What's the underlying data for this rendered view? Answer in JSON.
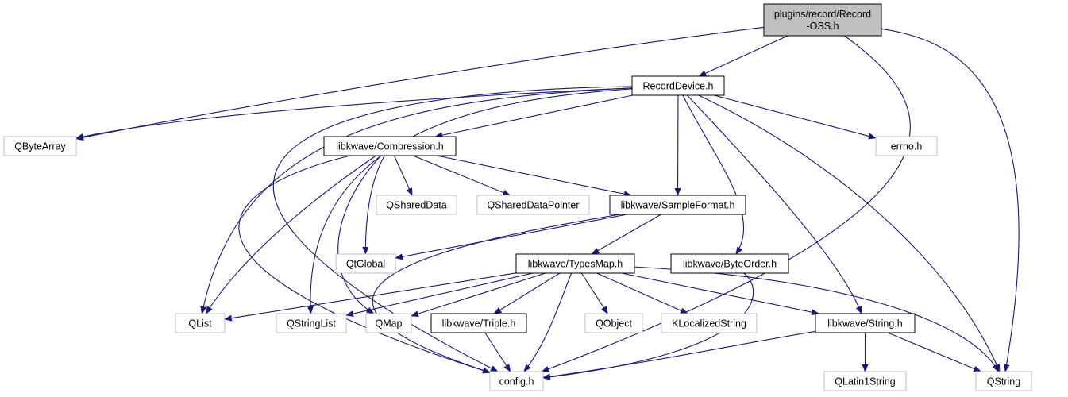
{
  "colors": {
    "edge": "#191970",
    "node_border": "#000000",
    "node_border_external": "#bfbfbf",
    "root_fill": "#bfbfbf",
    "node_fill": "#ffffff",
    "text": "#000000"
  },
  "nodes": [
    {
      "id": "root",
      "lines": [
        "plugins/record/Record",
        "-OSS.h"
      ],
      "kind": "root"
    },
    {
      "id": "recorddevice",
      "lines": [
        "RecordDevice.h"
      ],
      "kind": "doc"
    },
    {
      "id": "qbytearray",
      "lines": [
        "QByteArray"
      ],
      "kind": "external"
    },
    {
      "id": "compression",
      "lines": [
        "libkwave/Compression.h"
      ],
      "kind": "doc"
    },
    {
      "id": "errno",
      "lines": [
        "errno.h"
      ],
      "kind": "external"
    },
    {
      "id": "qshareddata",
      "lines": [
        "QSharedData"
      ],
      "kind": "external"
    },
    {
      "id": "qshareddatapointer",
      "lines": [
        "QSharedDataPointer"
      ],
      "kind": "external"
    },
    {
      "id": "sampleformat",
      "lines": [
        "libkwave/SampleFormat.h"
      ],
      "kind": "doc"
    },
    {
      "id": "qtglobal",
      "lines": [
        "QtGlobal"
      ],
      "kind": "external"
    },
    {
      "id": "typesmap",
      "lines": [
        "libkwave/TypesMap.h"
      ],
      "kind": "doc"
    },
    {
      "id": "byteorder",
      "lines": [
        "libkwave/ByteOrder.h"
      ],
      "kind": "doc"
    },
    {
      "id": "qlist",
      "lines": [
        "QList"
      ],
      "kind": "external"
    },
    {
      "id": "qstringlist",
      "lines": [
        "QStringList"
      ],
      "kind": "external"
    },
    {
      "id": "qmap",
      "lines": [
        "QMap"
      ],
      "kind": "external"
    },
    {
      "id": "triple",
      "lines": [
        "libkwave/Triple.h"
      ],
      "kind": "doc"
    },
    {
      "id": "qobject",
      "lines": [
        "QObject"
      ],
      "kind": "external"
    },
    {
      "id": "klocalizedstring",
      "lines": [
        "KLocalizedString"
      ],
      "kind": "external"
    },
    {
      "id": "string",
      "lines": [
        "libkwave/String.h"
      ],
      "kind": "doc"
    },
    {
      "id": "config",
      "lines": [
        "config.h"
      ],
      "kind": "external"
    },
    {
      "id": "qlatin1string",
      "lines": [
        "QLatin1String"
      ],
      "kind": "external"
    },
    {
      "id": "qstring",
      "lines": [
        "QString"
      ],
      "kind": "external"
    }
  ],
  "edges": [
    [
      "root",
      "recorddevice"
    ],
    [
      "root",
      "qbytearray"
    ],
    [
      "root",
      "config"
    ],
    [
      "root",
      "qstring"
    ],
    [
      "recorddevice",
      "qbytearray"
    ],
    [
      "recorddevice",
      "compression"
    ],
    [
      "recorddevice",
      "errno"
    ],
    [
      "recorddevice",
      "sampleformat"
    ],
    [
      "recorddevice",
      "byteorder"
    ],
    [
      "recorddevice",
      "qlist"
    ],
    [
      "recorddevice",
      "qstringlist"
    ],
    [
      "recorddevice",
      "string"
    ],
    [
      "recorddevice",
      "config"
    ],
    [
      "recorddevice",
      "qstring"
    ],
    [
      "compression",
      "qshareddata"
    ],
    [
      "compression",
      "qshareddatapointer"
    ],
    [
      "compression",
      "sampleformat"
    ],
    [
      "compression",
      "qtglobal"
    ],
    [
      "compression",
      "qlist"
    ],
    [
      "compression",
      "qmap"
    ],
    [
      "compression",
      "config"
    ],
    [
      "sampleformat",
      "qtglobal"
    ],
    [
      "sampleformat",
      "typesmap"
    ],
    [
      "sampleformat",
      "config"
    ],
    [
      "typesmap",
      "qlist"
    ],
    [
      "typesmap",
      "qstringlist"
    ],
    [
      "typesmap",
      "qmap"
    ],
    [
      "typesmap",
      "triple"
    ],
    [
      "typesmap",
      "qobject"
    ],
    [
      "typesmap",
      "klocalizedstring"
    ],
    [
      "typesmap",
      "string"
    ],
    [
      "typesmap",
      "config"
    ],
    [
      "typesmap",
      "qstring"
    ],
    [
      "byteorder",
      "config"
    ],
    [
      "triple",
      "config"
    ],
    [
      "string",
      "config"
    ],
    [
      "string",
      "qlatin1string"
    ],
    [
      "string",
      "qstring"
    ]
  ]
}
